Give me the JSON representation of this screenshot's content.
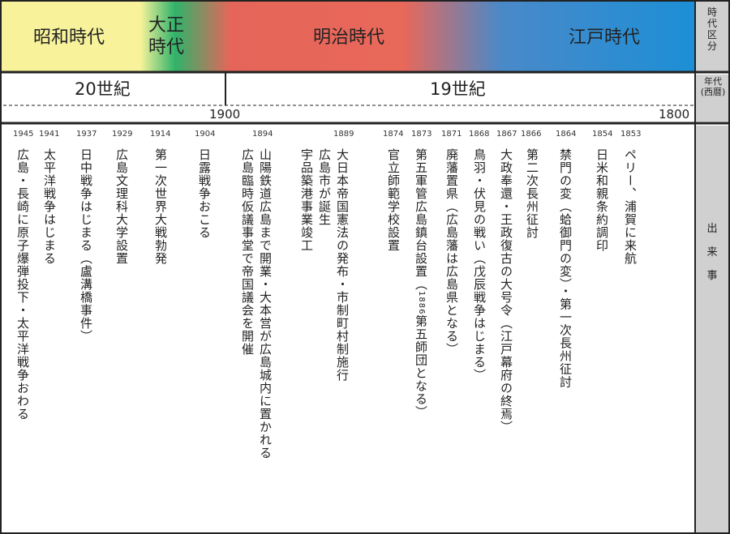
{
  "eras": [
    {
      "label": "昭和時代"
    },
    {
      "label": "大正\n時代"
    },
    {
      "label": "明治時代"
    },
    {
      "label": "江戸時代"
    }
  ],
  "side_labels": {
    "era": "時代区分",
    "year": "年代(西暦)",
    "events": "出来事"
  },
  "centuries": [
    "20世紀",
    "19世紀"
  ],
  "axis_years": [
    "1900",
    "1800"
  ],
  "events": [
    {
      "year": "1945",
      "text": "広島・長崎に原子爆弾投下・太平洋戦争おわる"
    },
    {
      "year": "1941",
      "text": "太平洋戦争はじまる"
    },
    {
      "year": "1937",
      "text": "日中戦争はじまる（盧溝橋事件）"
    },
    {
      "year": "1929",
      "text": "広島文理科大学設置"
    },
    {
      "year": "1914",
      "text": "第一次世界大戦勃発"
    },
    {
      "year": "1904",
      "text": "日露戦争おこる"
    },
    {
      "year": "1894",
      "lines": [
        "山陽鉄道広島まで開業・大本営が広島城内に置かれる",
        "広島臨時仮議事堂で帝国議会を開催"
      ]
    },
    {
      "year": "1889",
      "lines": [
        "大日本帝国憲法の発布・市制町村制施行",
        "広島市が誕生",
        "宇品築港事業竣工"
      ]
    },
    {
      "year": "1874",
      "text": "官立師範学校設置"
    },
    {
      "year": "1873",
      "text": "第五軍管広島鎮台設置（",
      "sub_year": "1886",
      "text2": "第五師団となる）"
    },
    {
      "year": "1871",
      "text": "廃藩置県（広島藩は広島県となる）"
    },
    {
      "year": "1868",
      "text": "鳥羽・伏見の戦い（戊辰戦争はじまる）"
    },
    {
      "year": "1867",
      "text": "大政奉還・王政復古の大号令（江戸幕府の終焉）"
    },
    {
      "year": "1866",
      "text": "第二次長州征討"
    },
    {
      "year": "1864",
      "text": "禁門の変（蛤御門の変）・第一次長州征討"
    },
    {
      "year": "1854",
      "text": "日米和親条約調印"
    },
    {
      "year": "1853",
      "text": "ペリー、浦賀に来航"
    }
  ]
}
